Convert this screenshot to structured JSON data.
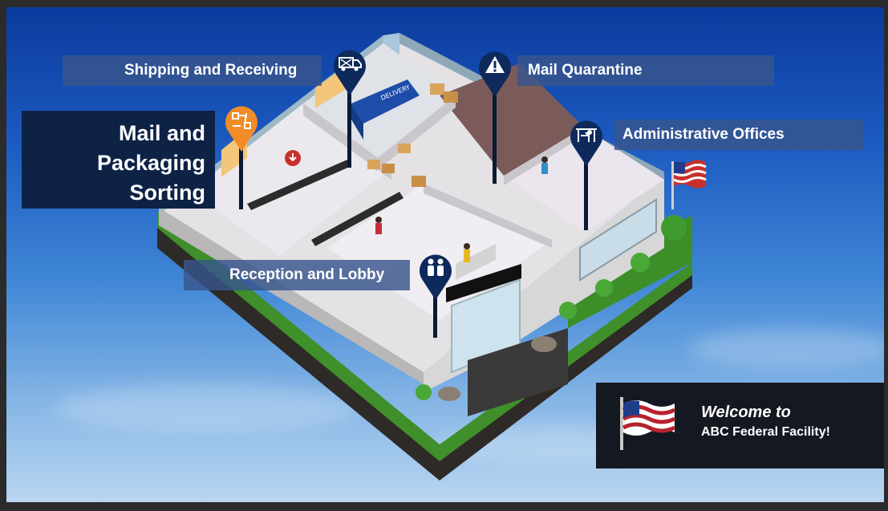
{
  "labels": {
    "shipping": "Shipping and Receiving",
    "quarantine": "Mail Quarantine",
    "admin": "Administrative Offices",
    "reception": "Reception and Lobby",
    "sorting": [
      "Mail and",
      "Packaging",
      "Sorting"
    ]
  },
  "welcome": {
    "line1": "Welcome to",
    "line2": "ABC Federal Facility!"
  },
  "truck_text": "DELIVERY",
  "icons": {
    "shipping": "delivery-truck-icon",
    "quarantine": "warning-icon",
    "admin": "desk-icon",
    "reception": "people-icon",
    "sorting": "sorting-icon"
  },
  "colors": {
    "pin": "#0e2a5c",
    "sorting_pin": "#f28c28",
    "label_bg": "#38568c",
    "big_label_bg": "#0e2246",
    "welcome_bg": "#141821"
  }
}
